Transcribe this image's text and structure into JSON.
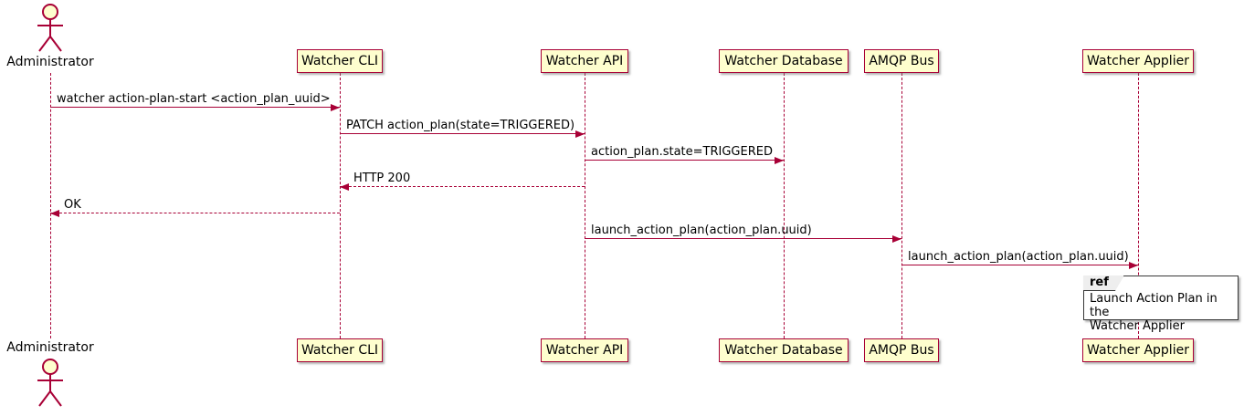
{
  "diagram": {
    "type": "sequence-diagram",
    "actor": {
      "label": "Administrator"
    },
    "participants": [
      {
        "label": "Watcher CLI"
      },
      {
        "label": "Watcher API"
      },
      {
        "label": "Watcher Database"
      },
      {
        "label": "AMQP Bus"
      },
      {
        "label": "Watcher Applier"
      }
    ],
    "messages": [
      {
        "from": "Administrator",
        "to": "Watcher CLI",
        "label": "watcher action-plan-start <action_plan_uuid>",
        "style": "solid"
      },
      {
        "from": "Watcher CLI",
        "to": "Watcher API",
        "label": "PATCH action_plan(state=TRIGGERED)",
        "style": "solid"
      },
      {
        "from": "Watcher API",
        "to": "Watcher Database",
        "label": "action_plan.state=TRIGGERED",
        "style": "solid"
      },
      {
        "from": "Watcher API",
        "to": "Watcher CLI",
        "label": "HTTP 200",
        "style": "dashed-return"
      },
      {
        "from": "Watcher CLI",
        "to": "Administrator",
        "label": "OK",
        "style": "dashed-return"
      },
      {
        "from": "Watcher API",
        "to": "AMQP Bus",
        "label": "launch_action_plan(action_plan.uuid)",
        "style": "solid"
      },
      {
        "from": "AMQP Bus",
        "to": "Watcher Applier",
        "label": "launch_action_plan(action_plan.uuid)",
        "style": "solid"
      }
    ],
    "ref": {
      "title": "ref",
      "lines": [
        "Launch Action Plan in the",
        "Watcher Applier"
      ]
    },
    "colors": {
      "participant_fill": "#FEFECE",
      "line_and_border": "#A80036",
      "ref_border": "#383838",
      "ref_tab_fill": "#EEEEEE",
      "background": "#FFFFFF",
      "text": "#000000"
    }
  }
}
